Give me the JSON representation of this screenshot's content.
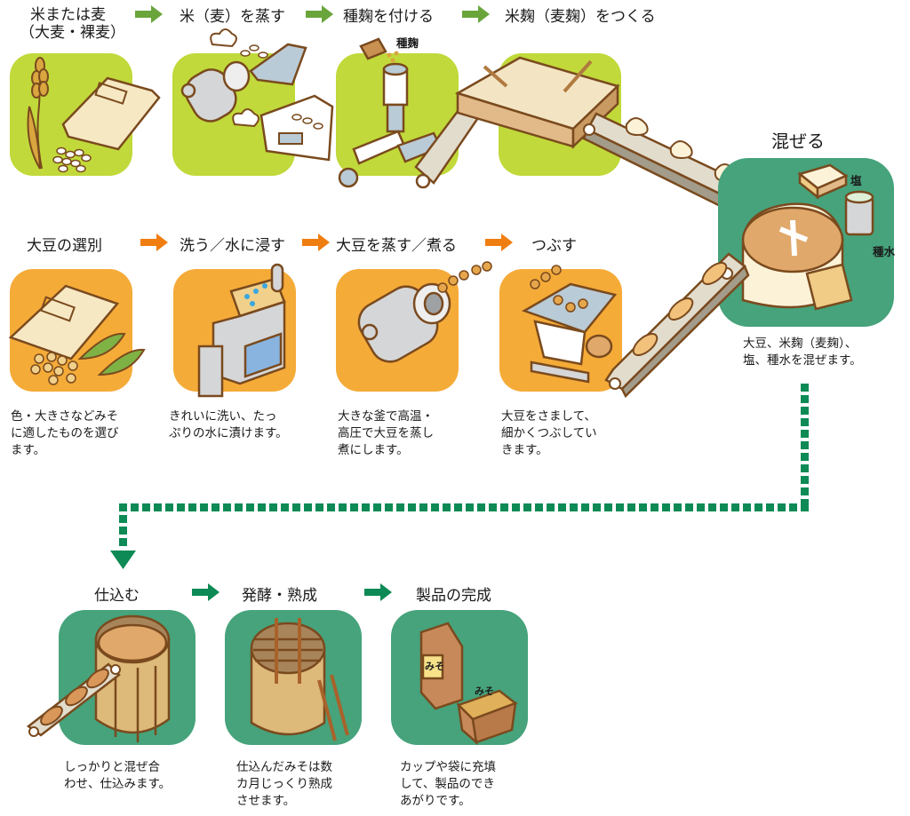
{
  "colors": {
    "row1_tile": "#c1d93a",
    "row2_tile": "#f5ab38",
    "row3_tile": "#46a37c",
    "row1_arrow": "#6aa53c",
    "row2_arrow": "#f07d10",
    "row3_arrow": "#0d8a55",
    "dashed_path": "#0d8a55",
    "outline": "#7a4a1e"
  },
  "row1": {
    "steps": [
      {
        "title_line1": "米または麦",
        "title_line2": "（大麦・裸麦）",
        "icon": "grain-sack-icon"
      },
      {
        "title": "米（麦）を蒸す",
        "icon": "steamer-icon"
      },
      {
        "title": "種麹を付ける",
        "icon": "koji-seeding-icon",
        "label": "種麹"
      },
      {
        "title": "米麹（麦麹）をつくる",
        "icon": "koji-tray-icon"
      }
    ]
  },
  "row2": {
    "steps": [
      {
        "title": "大豆の選別",
        "icon": "soybean-sack-icon",
        "desc": "色・大きさなどみそ\nに適したものを選び\nます。"
      },
      {
        "title": "洗う／水に浸す",
        "icon": "washer-icon",
        "desc": "きれいに洗い、たっ\nぷりの水に漬けます。"
      },
      {
        "title": "大豆を蒸す／煮る",
        "icon": "pressure-cooker-icon",
        "desc": "大きな釜で高温・\n高圧で大豆を蒸し\n煮にします。"
      },
      {
        "title": "つぶす",
        "icon": "grinder-icon",
        "desc": "大豆をさまして、\n細かくつぶしてい\nきます。"
      }
    ]
  },
  "mix": {
    "title": "混ぜる",
    "icon": "mixer-icon",
    "label_salt": "塩",
    "label_starter": "種水",
    "desc": "大豆、米麹（麦麹）、\n塩、種水を混ぜます。"
  },
  "row3": {
    "steps": [
      {
        "title": "仕込む",
        "icon": "barrel-fill-icon",
        "desc": "しっかりと混ぜ合\nわせ、仕込みます。"
      },
      {
        "title": "発酵・熟成",
        "icon": "barrel-ladder-icon",
        "desc": "仕込んだみそは数\nカ月じっくり熟成\nさせます。"
      },
      {
        "title": "製品の完成",
        "icon": "miso-package-icon",
        "desc": "カップや袋に充填\nして、製品のでき\nあがりです。",
        "package_label": "みそ"
      }
    ]
  }
}
